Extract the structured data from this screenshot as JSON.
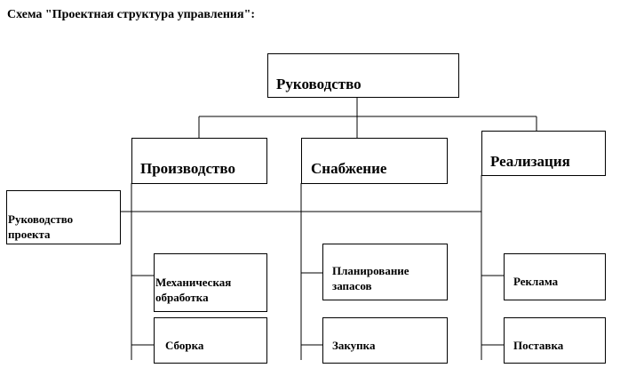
{
  "title": "Схема \"Проектная структура управления\":",
  "nodes": {
    "top": "Руководство",
    "production": "Производство",
    "supply": "Снабжение",
    "sales": "Реализация",
    "project_management": "Руководство проекта",
    "machining": "Механическая обработка",
    "assembly": "Сборка",
    "inventory_planning": "Планирование запасов",
    "purchasing": "Закупка",
    "advertising": "Реклама",
    "delivery": "Поставка"
  }
}
